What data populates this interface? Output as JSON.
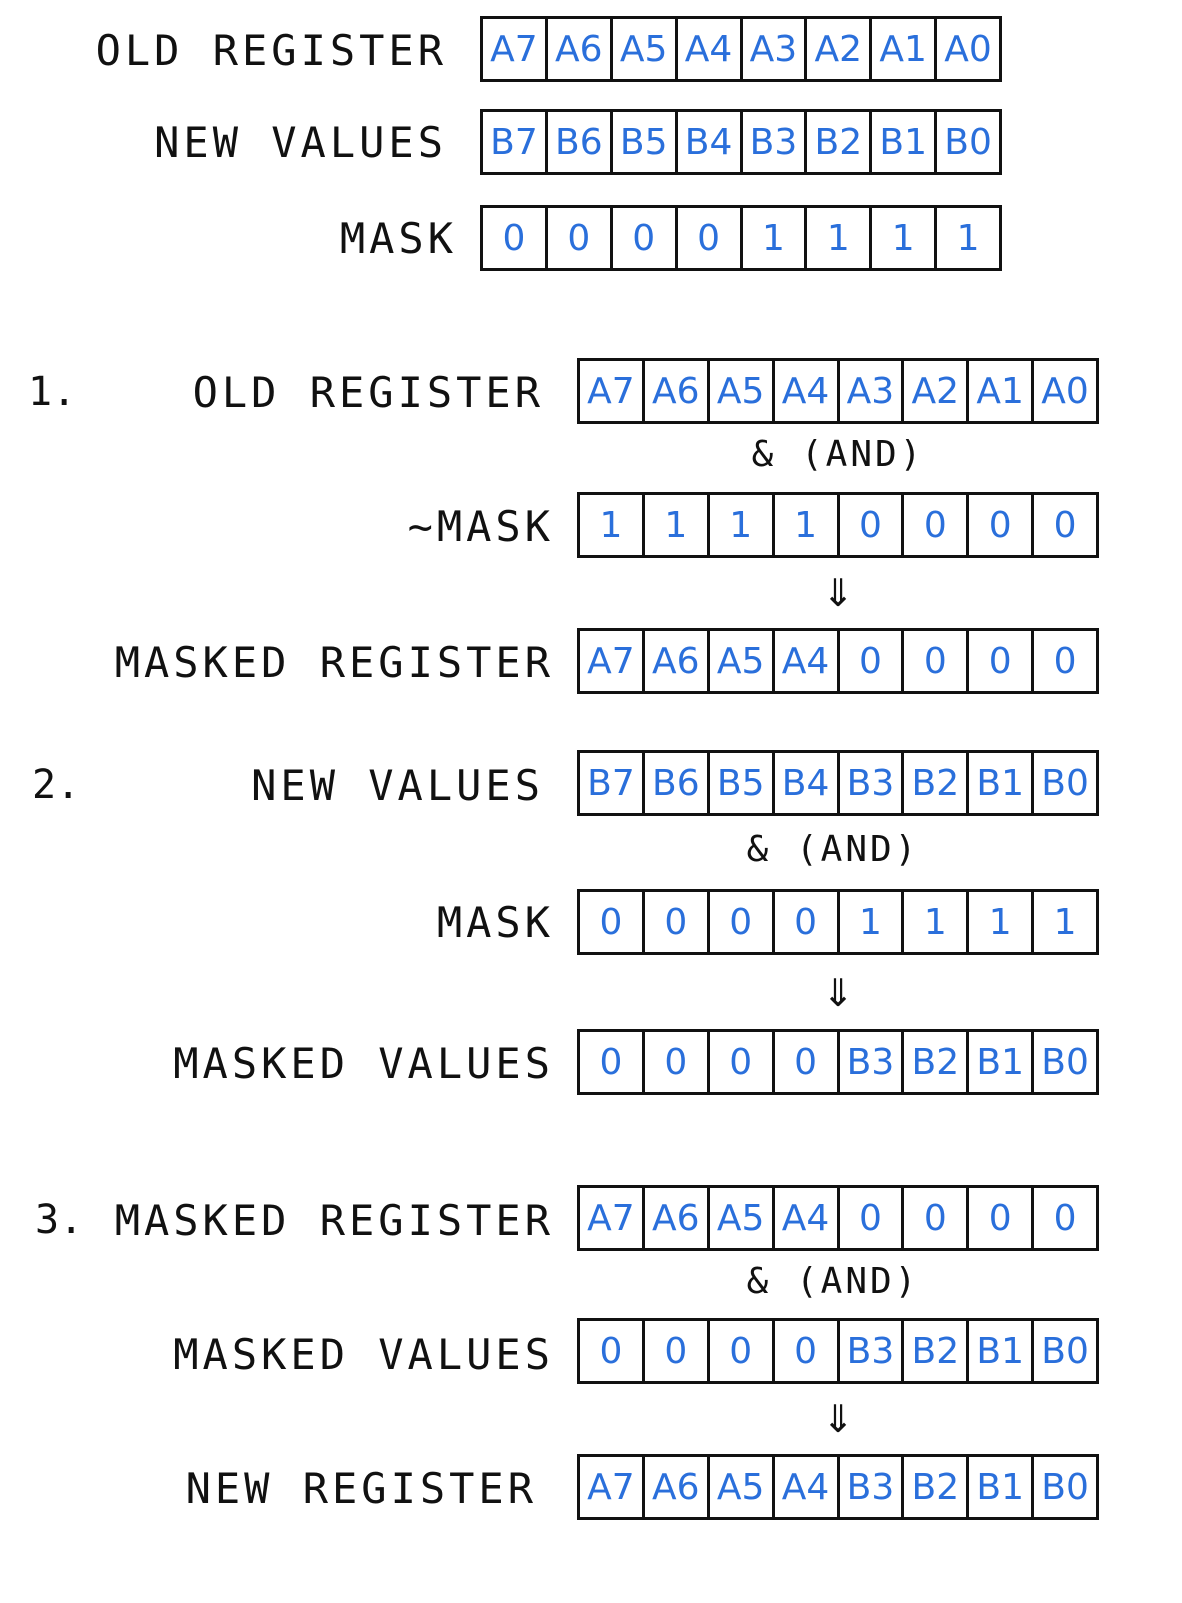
{
  "colors": {
    "bit_text": "#2a6fdb",
    "ink": "#111111",
    "background": "#ffffff"
  },
  "top": {
    "old_register": {
      "label": "OLD REGISTER",
      "cells": [
        "A7",
        "A6",
        "A5",
        "A4",
        "A3",
        "A2",
        "A1",
        "A0"
      ]
    },
    "new_values": {
      "label": "NEW VALUES",
      "cells": [
        "B7",
        "B6",
        "B5",
        "B4",
        "B3",
        "B2",
        "B1",
        "B0"
      ]
    },
    "mask": {
      "label": "MASK",
      "cells": [
        "0",
        "0",
        "0",
        "0",
        "1",
        "1",
        "1",
        "1"
      ]
    }
  },
  "step1": {
    "number": "1.",
    "old_register": {
      "label": "OLD REGISTER",
      "cells": [
        "A7",
        "A6",
        "A5",
        "A4",
        "A3",
        "A2",
        "A1",
        "A0"
      ]
    },
    "operator": "& (AND)",
    "not_mask": {
      "label": "~MASK",
      "cells": [
        "1",
        "1",
        "1",
        "1",
        "0",
        "0",
        "0",
        "0"
      ]
    },
    "arrow": "⇓",
    "masked_register": {
      "label": "MASKED REGISTER",
      "cells": [
        "A7",
        "A6",
        "A5",
        "A4",
        "0",
        "0",
        "0",
        "0"
      ]
    }
  },
  "step2": {
    "number": "2.",
    "new_values": {
      "label": "NEW VALUES",
      "cells": [
        "B7",
        "B6",
        "B5",
        "B4",
        "B3",
        "B2",
        "B1",
        "B0"
      ]
    },
    "operator": "& (AND)",
    "mask": {
      "label": "MASK",
      "cells": [
        "0",
        "0",
        "0",
        "0",
        "1",
        "1",
        "1",
        "1"
      ]
    },
    "arrow": "⇓",
    "masked_values": {
      "label": "MASKED VALUES",
      "cells": [
        "0",
        "0",
        "0",
        "0",
        "B3",
        "B2",
        "B1",
        "B0"
      ]
    }
  },
  "step3": {
    "number": "3.",
    "masked_register": {
      "label": "MASKED REGISTER",
      "cells": [
        "A7",
        "A6",
        "A5",
        "A4",
        "0",
        "0",
        "0",
        "0"
      ]
    },
    "operator": "& (AND)",
    "masked_values": {
      "label": "MASKED VALUES",
      "cells": [
        "0",
        "0",
        "0",
        "0",
        "B3",
        "B2",
        "B1",
        "B0"
      ]
    },
    "arrow": "⇓",
    "new_register": {
      "label": "NEW REGISTER",
      "cells": [
        "A7",
        "A6",
        "A5",
        "A4",
        "B3",
        "B2",
        "B1",
        "B0"
      ]
    }
  }
}
